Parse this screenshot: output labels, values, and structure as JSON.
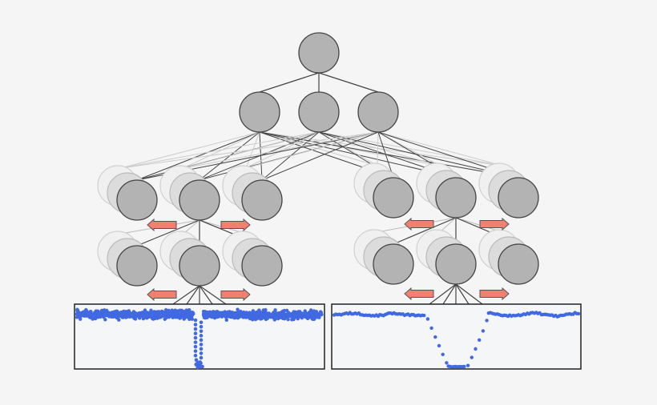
{
  "colors": {
    "background": "#f5f5f5",
    "node_fill": "#b3b3b3",
    "node_stroke": "#444444",
    "ghost_fill": "#dcdcdc",
    "ghost_stroke": "#bbbbbb",
    "arrow_fill": "#f08070",
    "arrow_stroke": "#555555",
    "data_points": "#4169e1",
    "edge": "#444444"
  },
  "panels": [
    {
      "name": "global-view-light-curve",
      "transit": "narrow"
    },
    {
      "name": "local-view-light-curve",
      "transit": "wide"
    }
  ]
}
